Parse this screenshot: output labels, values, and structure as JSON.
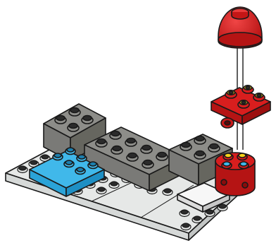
{
  "illustration": {
    "kind": "lego-build-instruction-step",
    "colors": {
      "background": "#ffffff",
      "outline": "#1a1a1a",
      "light_gray_top": "#e6e8e7",
      "light_gray_side": "#c9cccb",
      "dark_gray_top": "#8d8d89",
      "dark_gray_side": "#6b6b68",
      "black_stud": "#2b2b2b",
      "blue_top": "#40b8ea",
      "blue_side": "#1e8fc4",
      "red_top": "#d81e1e",
      "red_side": "#a50f0f",
      "yellow_stud": "#f6d21b",
      "white_tile": "#f4f4f4"
    },
    "parts": [
      {
        "name": "baseplate",
        "color": "light-gray"
      },
      {
        "name": "brick-2x2-dark-gray",
        "color": "dark-gray"
      },
      {
        "name": "brick-2x4-dark-gray",
        "color": "dark-gray"
      },
      {
        "name": "brick-2x2-dark-gray-right",
        "color": "dark-gray"
      },
      {
        "name": "plate-blue",
        "color": "blue"
      },
      {
        "name": "tile-white",
        "color": "white"
      },
      {
        "name": "round-brick-red",
        "color": "red"
      },
      {
        "name": "plate-2x2-red-exploded",
        "color": "red"
      },
      {
        "name": "dome-red-exploded",
        "color": "red"
      }
    ]
  }
}
